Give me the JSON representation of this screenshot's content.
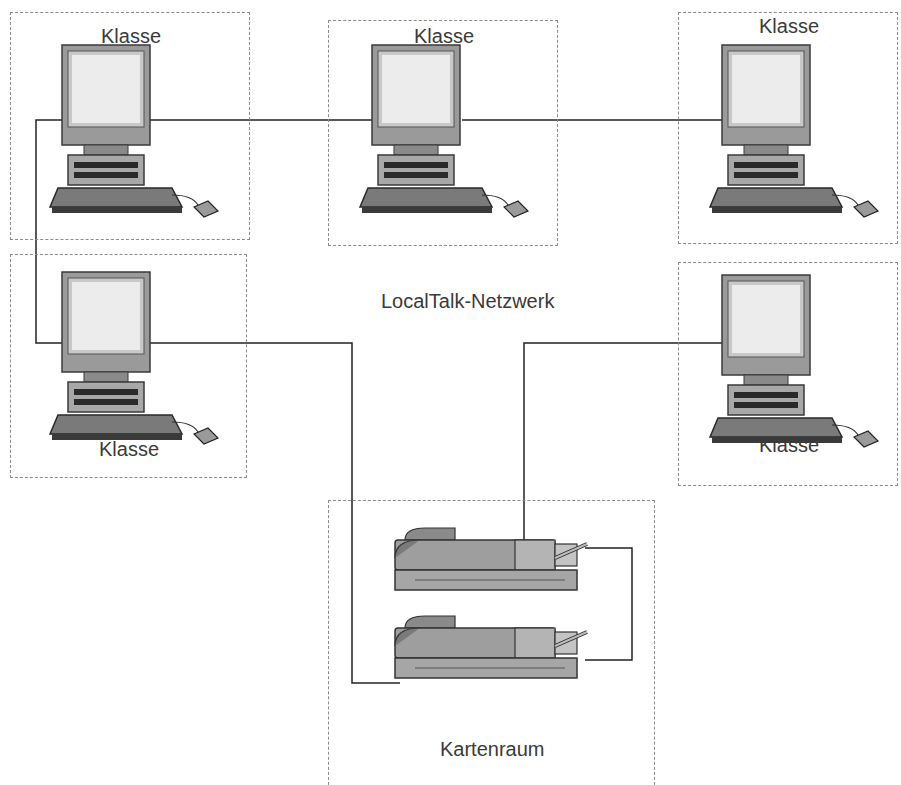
{
  "diagram": {
    "nodes": [
      {
        "text": [
          "Klasse"
        ]
      },
      {
        "text": [
          "Klasse"
        ]
      },
      {
        "text": [
          "Klasse"
        ]
      },
      {
        "text": [
          "Klasse"
        ]
      },
      {
        "text": [
          "Klasse"
        ]
      },
      {
        "text": [
          "Kartenraum"
        ]
      }
    ],
    "edges": [
      {
        "from": 0,
        "to": 1,
        "arrow": "none"
      },
      {
        "from": 1,
        "to": 2,
        "arrow": "none"
      },
      {
        "from": 0,
        "to": 3,
        "arrow": "none"
      },
      {
        "from": 3,
        "to": 5,
        "arrow": "none"
      },
      {
        "from": 4,
        "to": 5,
        "arrow": "none"
      }
    ],
    "labels": [
      "LocalTalk-Netzwerk"
    ]
  }
}
